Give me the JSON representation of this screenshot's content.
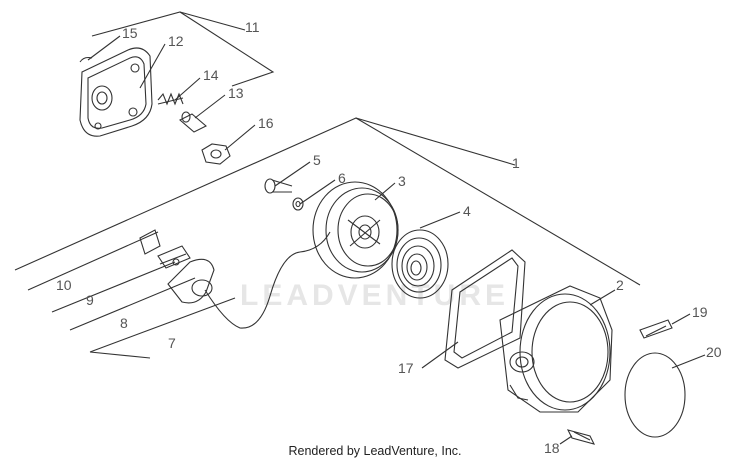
{
  "watermark": "LEADVENTURE",
  "credit": "Rendered by LeadVenture, Inc.",
  "callouts": {
    "n1": "1",
    "n2": "2",
    "n3": "3",
    "n4": "4",
    "n5": "5",
    "n6": "6",
    "n7": "7",
    "n8": "8",
    "n9": "9",
    "n10": "10",
    "n11": "11",
    "n12": "12",
    "n13": "13",
    "n14": "14",
    "n15": "15",
    "n16": "16",
    "n17": "17",
    "n18": "18",
    "n19": "19",
    "n20": "20"
  }
}
